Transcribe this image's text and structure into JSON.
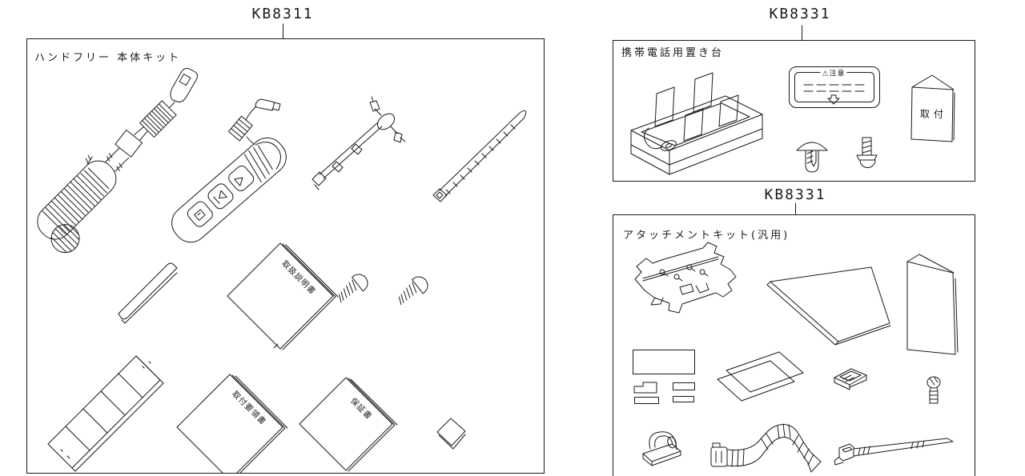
{
  "diagram": {
    "background": "#ffffff",
    "line_color": "#1a1a1a",
    "kits": [
      {
        "code": "KB8311",
        "title": "ハンドフリー 本体キット"
      },
      {
        "code": "KB8331",
        "title": "携帯電話用置き台"
      },
      {
        "code": "KB8331",
        "title": "アタッチメントキット(汎用)"
      }
    ],
    "annotations": {
      "manual_book": "取扱説明書",
      "install_book": "取付要領書",
      "warranty_book": "保証書",
      "caution_icon": "⚠",
      "caution_title": "注意",
      "install_leaflet": "取付"
    }
  }
}
